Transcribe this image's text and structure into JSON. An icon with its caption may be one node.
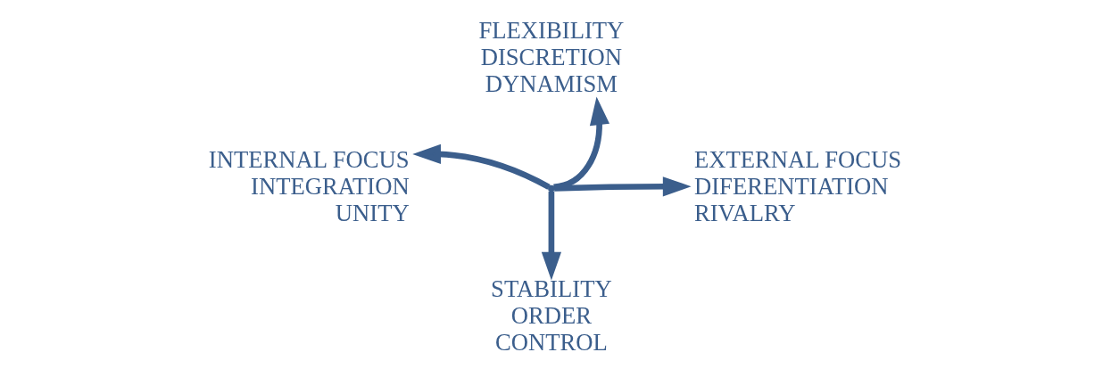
{
  "diagram": {
    "nodes": [
      {
        "text": [
          "FLEXIBILITY",
          "DISCRETION",
          "DYNAMISM"
        ]
      },
      {
        "text": [
          "INTERNAL FOCUS",
          "INTEGRATION",
          "UNITY"
        ]
      },
      {
        "text": [],
        "shape": "point"
      },
      {
        "text": [
          "EXTERNAL FOCUS",
          "DIFERENTIATION",
          "RIVALRY"
        ]
      },
      {
        "text": [
          "STABILITY",
          "ORDER",
          "CONTROL"
        ]
      }
    ],
    "edges": [
      {
        "from": 2,
        "to": 0,
        "arrow": "to"
      },
      {
        "from": 2,
        "to": 1,
        "arrow": "to"
      },
      {
        "from": 2,
        "to": 3,
        "arrow": "to"
      },
      {
        "from": 2,
        "to": 4,
        "arrow": "to"
      }
    ]
  }
}
